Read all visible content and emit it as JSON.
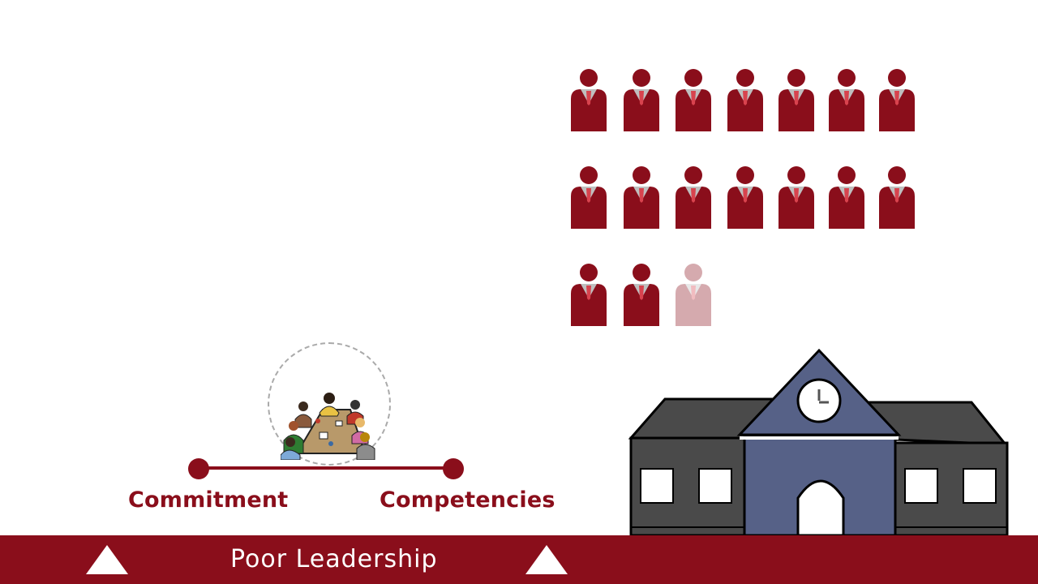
{
  "timeline": {
    "left_label": "Commitment",
    "right_label": "Competencies"
  },
  "bar": {
    "title": "Poor Leadership"
  },
  "people": {
    "total": 17,
    "faded_index": 16
  },
  "colors": {
    "brand": "#8a0e1b",
    "building_main": "#4a4a4a",
    "building_center": "#566187",
    "faded": "#d89da3"
  },
  "icons": {
    "person": "person-icon",
    "meeting": "meeting-illustration",
    "school": "school-building-icon",
    "triangle": "triangle-up-icon"
  }
}
